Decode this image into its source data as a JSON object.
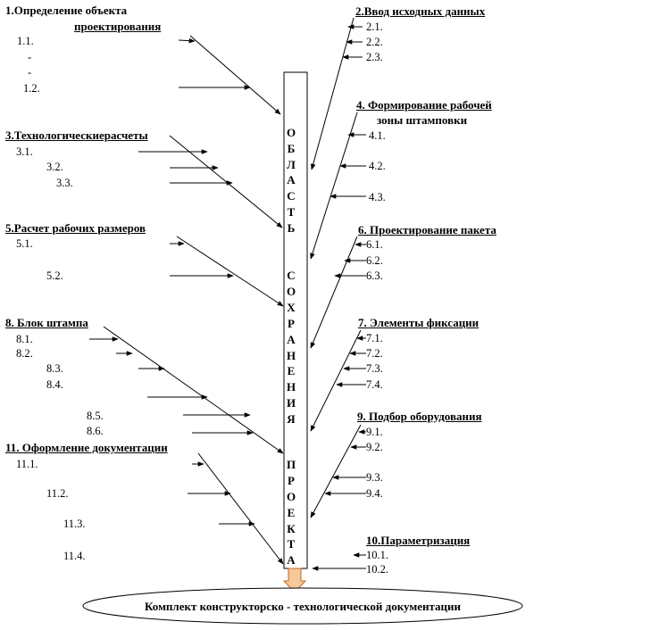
{
  "groups": [
    {
      "title": "1.Определение объекта",
      "title2": "проектирования",
      "items": [
        "1.1.",
        "-",
        "-",
        "1.2."
      ]
    },
    {
      "title": "2.Ввод исходных данных",
      "items": [
        "2.1.",
        "2.2.",
        "2.3."
      ]
    },
    {
      "title": "3.Технологическиерасчеты",
      "items": [
        "3.1.",
        "3.2.",
        "3.3."
      ]
    },
    {
      "title": "4. Формирование рабочей",
      "title2": "зоны штамповки",
      "items": [
        "4.1.",
        "4.2.",
        "4.3."
      ]
    },
    {
      "title": "5.Расчет рабочих размеров",
      "items": [
        "5.1.",
        "5.2."
      ]
    },
    {
      "title": "6. Проектирование пакета",
      "items": [
        "6.1.",
        "6.2.",
        "6.3."
      ]
    },
    {
      "title": "8. Блок штампа",
      "items": [
        "8.1.",
        "8.2.",
        "8.3.",
        "8.4.",
        "8.5.",
        "8.6."
      ]
    },
    {
      "title": "7. Элементы фиксации",
      "items": [
        "7.1.",
        "7.2.",
        "7.3.",
        "7.4."
      ]
    },
    {
      "title": "11. Оформление документации",
      "items": [
        "11.1.",
        "11.2.",
        "11.3.",
        "11.4."
      ]
    },
    {
      "title": "9. Подбор оборудования",
      "items": [
        "9.1.",
        "9.2.",
        "9.3.",
        "9.4."
      ]
    },
    {
      "title": "10.Параметризация",
      "items": [
        "10.1.",
        "10.2."
      ]
    }
  ],
  "spine_letters": [
    "О",
    "Б",
    "Л",
    "А",
    "С",
    "Т",
    "Ь",
    "С",
    "О",
    "Х",
    "Р",
    "А",
    "Н",
    "Е",
    "Н",
    "И",
    "Я",
    "П",
    "Р",
    "О",
    "Е",
    "К",
    "Т",
    "А"
  ],
  "result": "Комплект конструкторско - технологической документации"
}
